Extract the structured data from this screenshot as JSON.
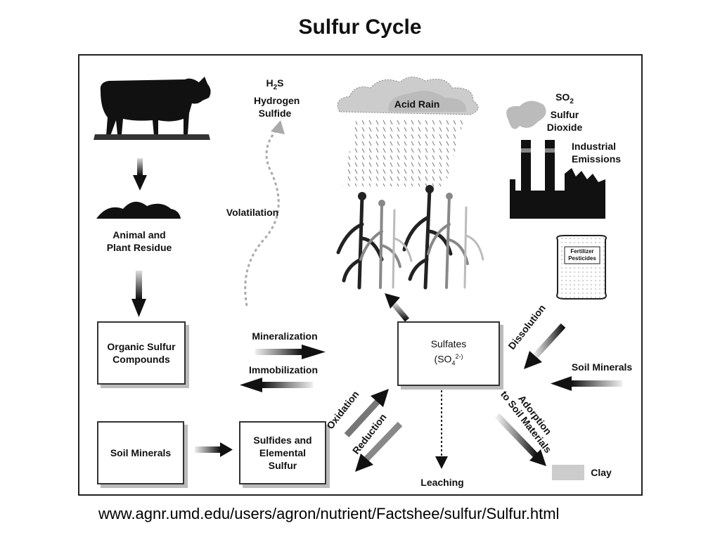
{
  "title": "Sulfur Cycle",
  "source_url": "www.agnr.umd.edu/users/agron/nutrient/Factshee/sulfur/Sulfur.html",
  "nodes": {
    "h2s_formula": "H",
    "h2s_sub": "2",
    "h2s_tail": "S",
    "h2s_name_1": "Hydrogen",
    "h2s_name_2": "Sulfide",
    "acid_rain": "Acid Rain",
    "so2_formula": "SO",
    "so2_sub": "2",
    "so2_name_1": "Sulfur",
    "so2_name_2": "Dioxide",
    "industrial_1": "Industrial",
    "industrial_2": "Emissions",
    "volatilation": "Volatilation",
    "residue_1": "Animal and",
    "residue_2": "Plant Residue",
    "fert_1": "Fertilizer",
    "fert_2": "Pesticides",
    "organic_1": "Organic Sulfur",
    "organic_2": "Compounds",
    "mineralization": "Mineralization",
    "immobilization": "Immobilization",
    "sulfates": "Sulfates",
    "sulfates_formula": "(SO",
    "sulfates_sub": "4",
    "sulfates_charge": "2-)",
    "dissolution": "Dissolution",
    "soil_minerals_right": "Soil Minerals",
    "soil_minerals_left": "Soil Minerals",
    "sulfides_1": "Sulfides and",
    "sulfides_2": "Elemental",
    "sulfides_3": "Sulfur",
    "oxidation": "Oxidation",
    "reduction": "Reduction",
    "leaching": "Leaching",
    "adsorption_1": "Adorption",
    "adsorption_2": "to Soil Materials",
    "clay": "Clay"
  }
}
